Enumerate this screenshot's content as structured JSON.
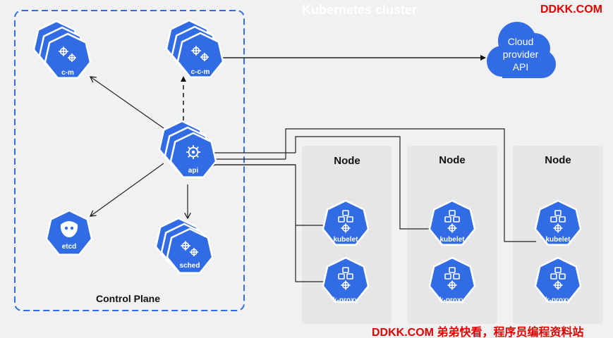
{
  "diagram": {
    "title": "Kubernetes cluster",
    "watermark_top": "DDKK.COM",
    "watermark_bottom": "DDKK.COM 弟弟快看，程序员编程资料站",
    "control_plane_label": "Control Plane",
    "cloud_provider": {
      "line1": "Cloud",
      "line2": "provider",
      "line3": "API"
    },
    "components": {
      "cm": "c-m",
      "ccm": "c-c-m",
      "api": "api",
      "etcd": "etcd",
      "sched": "sched"
    },
    "nodes": [
      {
        "title": "Node",
        "kubelet": "kubelet",
        "kproxy": "k-proxy"
      },
      {
        "title": "Node",
        "kubelet": "kubelet",
        "kproxy": "k-proxy"
      },
      {
        "title": "Node",
        "kubelet": "kubelet",
        "kproxy": "k-proxy"
      }
    ],
    "colors": {
      "background": "#f1f1f1",
      "k8s_blue": "#326ce5",
      "node_box": "#e6e6e6",
      "watermark_red": "#e00000"
    }
  }
}
